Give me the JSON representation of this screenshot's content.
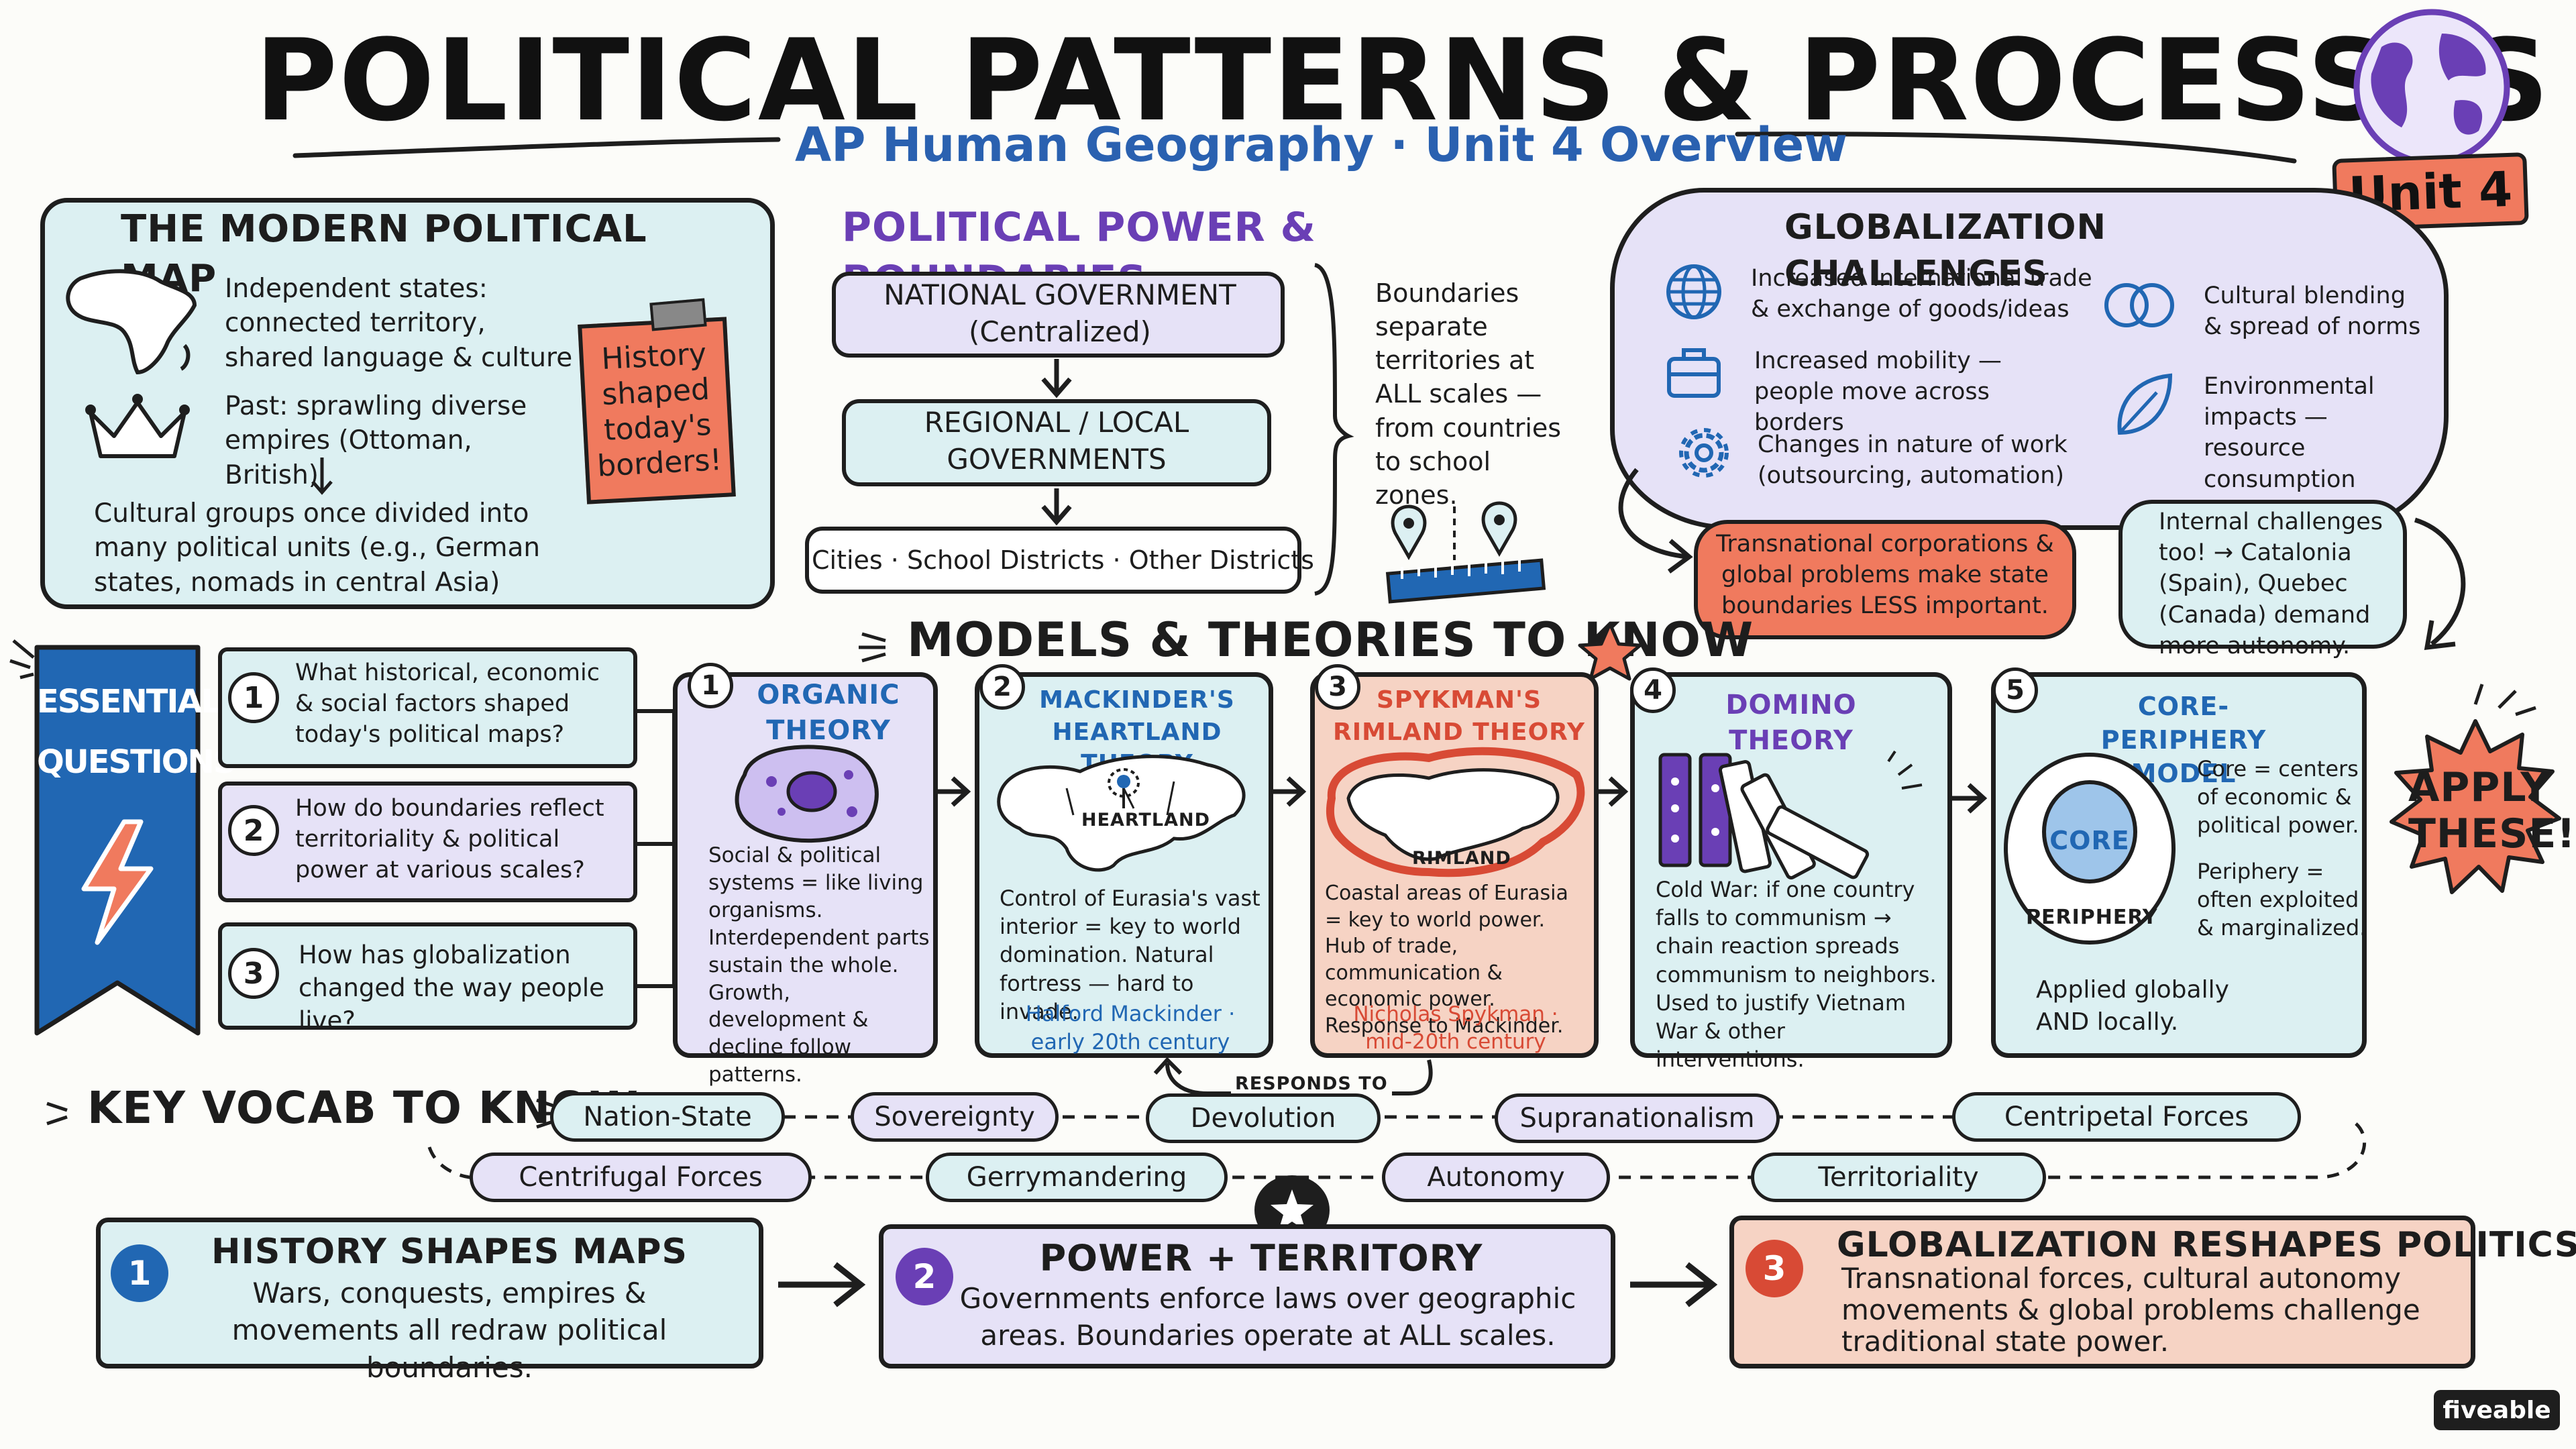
{
  "header": {
    "title": "POLITICAL PATTERNS & PROCESSES",
    "subtitle": "AP Human Geography · Unit 4 Overview",
    "unit_badge": "Unit 4",
    "globe_icon": "globe-icon"
  },
  "modern_map": {
    "title": "THE MODERN POLITICAL MAP",
    "item1": "Independent states: connected territory, shared language & culture",
    "item2": "Past: sprawling diverse empires (Ottoman, British)",
    "item3": "Cultural groups once divided into many political units (e.g., German states, nomads in central Asia)",
    "note": "History shaped today's borders!"
  },
  "power": {
    "title": "POLITICAL POWER & BOUNDARIES",
    "national": "NATIONAL GOVERNMENT (Centralized)",
    "regional": "REGIONAL / LOCAL GOVERNMENTS",
    "local": "Cities · School Districts · Other Districts",
    "note": "Boundaries separate territories at ALL scales — from countries to school zones."
  },
  "globalization": {
    "title": "GLOBALIZATION CHALLENGES",
    "item1": "Increased international trade & exchange of goods/ideas",
    "item2": "Increased mobility — people move across borders",
    "item3": "Changes in nature of work (outsourcing, automation)",
    "item4": "Cultural blending & spread of norms",
    "item5": "Environmental impacts — resource consumption",
    "transnational": "Transnational corporations & global problems make state boundaries LESS important.",
    "internal": "Internal challenges too! → Catalonia (Spain), Quebec (Canada) demand more autonomy."
  },
  "essential": {
    "label1": "ESSENTIAL",
    "label2": "QUESTIONS",
    "questions": [
      {
        "n": "1",
        "text": "What historical, economic & social factors shaped today's political maps?"
      },
      {
        "n": "2",
        "text": "How do boundaries reflect territoriality & political power at various scales?"
      },
      {
        "n": "3",
        "text": "How has globalization changed the way people live?"
      }
    ]
  },
  "models": {
    "title": "MODELS & THEORIES TO KNOW",
    "apply": "APPLY THESE!",
    "responds_to": "RESPONDS TO",
    "cards": [
      {
        "n": "1",
        "title": "ORGANIC THEORY",
        "body": "Social & political systems = like living organisms. Interdependent parts sustain the whole. Growth, development & decline follow patterns.",
        "credit": ""
      },
      {
        "n": "2",
        "title": "MACKINDER'S HEARTLAND THEORY",
        "label": "HEARTLAND",
        "body": "Control of Eurasia's vast interior = key to world domination. Natural fortress — hard to invade.",
        "credit": "Halford Mackinder · early 20th century"
      },
      {
        "n": "3",
        "title": "SPYKMAN'S RIMLAND THEORY",
        "label": "RIMLAND",
        "body": "Coastal areas of Eurasia = key to world power. Hub of trade, communication & economic power. Response to Mackinder.",
        "credit": "Nicholas Spykman · mid-20th century"
      },
      {
        "n": "4",
        "title": "DOMINO THEORY",
        "body": "Cold War: if one country falls to communism → chain reaction spreads communism to neighbors. Used to justify Vietnam War & other interventions.",
        "credit": ""
      },
      {
        "n": "5",
        "title": "CORE-PERIPHERY MODEL",
        "core": "CORE",
        "periphery": "PERIPHERY",
        "body1": "Core = centers of economic & political power.",
        "body2": "Periphery = often exploited & marginalized.",
        "body3": "Applied globally AND locally."
      }
    ]
  },
  "vocab": {
    "title": "KEY VOCAB TO KNOW",
    "row1": [
      "Nation-State",
      "Sovereignty",
      "Devolution",
      "Supranationalism",
      "Centripetal Forces"
    ],
    "row2": [
      "Centrifugal Forces",
      "Gerrymandering",
      "Autonomy",
      "Territoriality"
    ]
  },
  "summary": [
    {
      "n": "1",
      "title": "HISTORY SHAPES MAPS",
      "body": "Wars, conquests, empires & movements all redraw political boundaries."
    },
    {
      "n": "2",
      "title": "POWER + TERRITORY",
      "body": "Governments enforce laws over geographic areas. Boundaries operate at ALL scales."
    },
    {
      "n": "3",
      "title": "GLOBALIZATION RESHAPES POLITICS",
      "body": "Transnational forces, cultural autonomy movements & global problems challenge traditional state power."
    }
  ],
  "footer": {
    "brand": "fiveable"
  },
  "colors": {
    "blue": "#dcf0f2",
    "purple": "#e6e2f7",
    "salmon": "#f6d3c4",
    "orange": "#f07a5e",
    "accent_blue": "#2167b3",
    "accent_purple": "#6a3fb5",
    "accent_red": "#d84a35"
  }
}
